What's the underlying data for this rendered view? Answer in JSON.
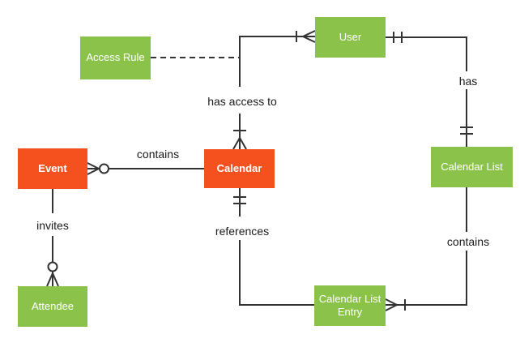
{
  "diagram": {
    "type": "entity-relationship",
    "notation": "crows-foot",
    "entities": [
      {
        "id": "event",
        "label": "Event",
        "style": "primary"
      },
      {
        "id": "calendar",
        "label": "Calendar",
        "style": "primary"
      },
      {
        "id": "access-rule",
        "label": "Access Rule",
        "style": "secondary"
      },
      {
        "id": "user",
        "label": "User",
        "style": "secondary"
      },
      {
        "id": "calendar-list",
        "label": "Calendar List",
        "style": "secondary"
      },
      {
        "id": "calendar-list-entry",
        "label": "Calendar List Entry",
        "style": "secondary"
      },
      {
        "id": "attendee",
        "label": "Attendee",
        "style": "secondary"
      }
    ],
    "relationships": [
      {
        "id": "event-calendar",
        "from": "Event",
        "to": "Calendar",
        "label": "contains",
        "from_marker": "zero-or-many",
        "to_marker": "none",
        "line": "solid"
      },
      {
        "id": "calendar-user",
        "from": "Calendar",
        "to": "User",
        "label": "has access to",
        "from_marker": "one-or-many",
        "to_marker": "one-or-many",
        "line": "solid"
      },
      {
        "id": "access-rule-link",
        "from": "Access Rule",
        "to": "Calendar-User connector",
        "label": "",
        "from_marker": "none",
        "to_marker": "none",
        "line": "dashed"
      },
      {
        "id": "user-calendar-list",
        "from": "User",
        "to": "Calendar List",
        "label": "has",
        "from_marker": "exactly-one",
        "to_marker": "exactly-one",
        "line": "solid"
      },
      {
        "id": "calendar-references",
        "from": "Calendar",
        "to": "Calendar List Entry",
        "label": "references",
        "from_marker": "exactly-one",
        "to_marker": "none",
        "line": "solid"
      },
      {
        "id": "calendar-list-contains",
        "from": "Calendar List",
        "to": "Calendar List Entry",
        "label": "contains",
        "from_marker": "none",
        "to_marker": "one-or-many",
        "line": "solid"
      },
      {
        "id": "event-attendee",
        "from": "Event",
        "to": "Attendee",
        "label": "invites",
        "from_marker": "none",
        "to_marker": "zero-or-many",
        "line": "solid"
      }
    ]
  },
  "colors": {
    "entity_primary": "#F4511E",
    "entity_secondary": "#8BC34A",
    "entity_text": "#FFFFFF",
    "connector": "#333333",
    "label_text": "#1A1A1A",
    "background": "#FFFFFF"
  }
}
